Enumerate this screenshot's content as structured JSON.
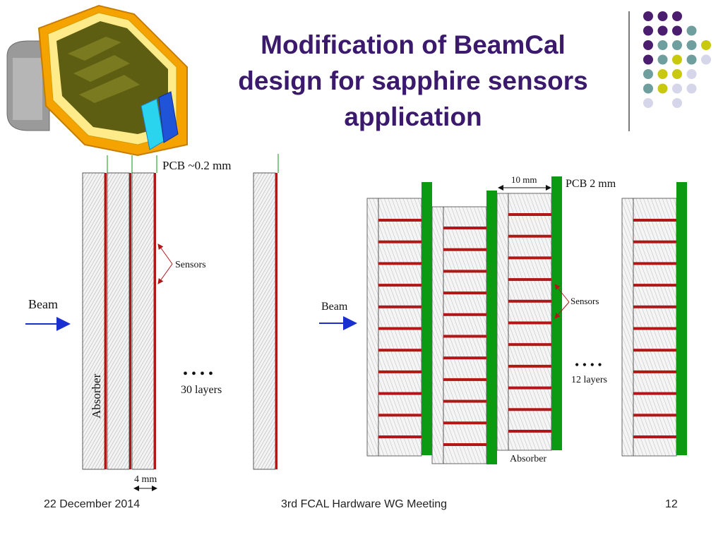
{
  "slide": {
    "title_line1": "Modification of BeamCal",
    "title_line2": "design for sapphire sensors",
    "title_line3": "application"
  },
  "left_diagram": {
    "pcb_label": "PCB ~0.2 mm",
    "sensors_label": "Sensors",
    "beam_label": "Beam",
    "absorber_label": "Absorber",
    "ellipsis": "• • • •",
    "layers_label": "30 layers",
    "dimension_label": "4 mm"
  },
  "right_diagram": {
    "gap_label": "10 mm",
    "pcb_label": "PCB 2 mm",
    "sensors_label": "Sensors",
    "beam_label": "Beam",
    "ellipsis": "• • • •",
    "layers_label": "12 layers",
    "absorber_label": "Absorber"
  },
  "footer": {
    "date": "22 December 2014",
    "meeting": "3rd FCAL Hardware WG Meeting",
    "page": "12"
  },
  "colors": {
    "title": "#3b1a6e",
    "sensor_red": "#b01818",
    "pcb_green": "#0c9a12",
    "beam_blue": "#1a2fd0",
    "dot_purple": "#4b1d6e",
    "dot_teal": "#6f9e9e",
    "dot_yellow": "#c8c80c",
    "dot_lavender": "#d6d6ea"
  },
  "icons": {
    "detector_render": "beamcal-3d-render",
    "beam_arrow": "right-arrow-icon"
  }
}
